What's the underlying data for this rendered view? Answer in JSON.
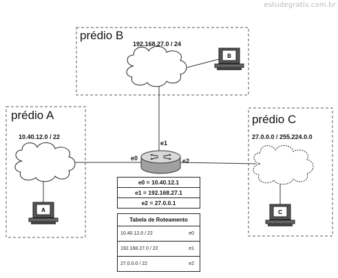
{
  "watermark": "estudegratis.com.br",
  "buildings": {
    "a": {
      "label": "prédio A",
      "network": "10.40.12.0 / 22",
      "pc": "A"
    },
    "b": {
      "label": "prédio B",
      "network": "192.168.27.0 / 24",
      "pc": "B"
    },
    "c": {
      "label": "prédio C",
      "network": "27.0.0.0 / 255.224.0.0",
      "pc": "C"
    }
  },
  "router": {
    "ports": {
      "e0": "e0",
      "e1": "e1",
      "e2": "e2"
    },
    "interfaces": [
      "e0  = 10.40.12.1",
      "e1 = 192.168.27.1",
      "e2 = 27.0.0.1"
    ]
  },
  "routing_table": {
    "title": "Tabela de Roteamento",
    "rows": [
      {
        "network": "10.40.12.0 / 22",
        "iface": "e0"
      },
      {
        "network": "192.168.27.0 / 22",
        "iface": "e1"
      },
      {
        "network": "27.0.0.0 / 22",
        "iface": "e2"
      }
    ]
  },
  "colors": {
    "line": "#333333",
    "dashed_box": "#555555",
    "cloud": "#222222"
  }
}
